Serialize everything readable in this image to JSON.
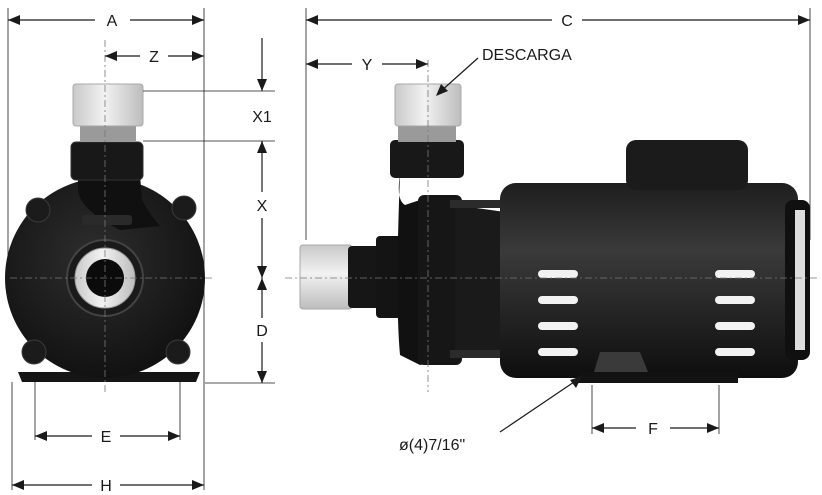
{
  "labels": {
    "A": "A",
    "Z": "Z",
    "X1": "X1",
    "X": "X",
    "D": "D",
    "E": "E",
    "H": "H",
    "C": "C",
    "Y": "Y",
    "F": "F",
    "descarga": "DESCARGA",
    "bolt": "ø(4)7/16\""
  },
  "colors": {
    "pump_body": "#141414",
    "fitting": "#d9d9d9",
    "line": "#1a1a1a"
  }
}
